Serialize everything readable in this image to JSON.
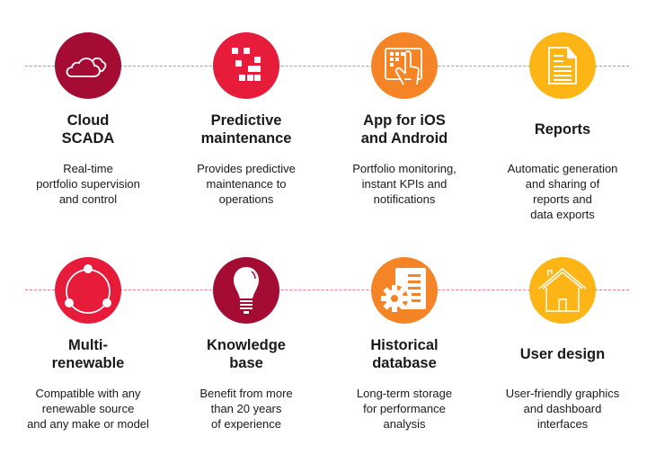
{
  "colors": {
    "maroon": "#A50C34",
    "red": "#E71C3B",
    "orange": "#F58426",
    "yellow": "#FDB515",
    "dash": "#E9808E"
  },
  "features": [
    {
      "title": "Cloud\nSCADA",
      "desc": "Real-time\nportfolio supervision\nand control",
      "icon": "cloud-icon",
      "color": "#A50C34"
    },
    {
      "title": "Predictive\nmaintenance",
      "desc": "Provides predictive\nmaintenance to\noperations",
      "icon": "blocks-icon",
      "color": "#E71C3B"
    },
    {
      "title": "App for iOS\nand Android",
      "desc": "Portfolio monitoring,\ninstant KPIs and\nnotifications",
      "icon": "touch-screen-icon",
      "color": "#F58426"
    },
    {
      "title": "Reports",
      "desc": "Automatic generation\nand sharing of\nreports and\ndata exports",
      "icon": "document-icon",
      "color": "#FDB515"
    },
    {
      "title": "Multi-\nrenewable",
      "desc": "Compatible with any\nrenewable source\nand any make or model",
      "icon": "cycle-icon",
      "color": "#E71C3B"
    },
    {
      "title": "Knowledge\nbase",
      "desc": "Benefit from more\nthan 20 years\nof experience",
      "icon": "lightbulb-icon",
      "color": "#A50C34"
    },
    {
      "title": "Historical\ndatabase",
      "desc": "Long-term storage\nfor performance\nanalysis",
      "icon": "database-gear-icon",
      "color": "#F58426"
    },
    {
      "title": "User design",
      "desc": "User-friendly graphics\nand dashboard\ninterfaces",
      "icon": "house-icon",
      "color": "#FDB515"
    }
  ]
}
